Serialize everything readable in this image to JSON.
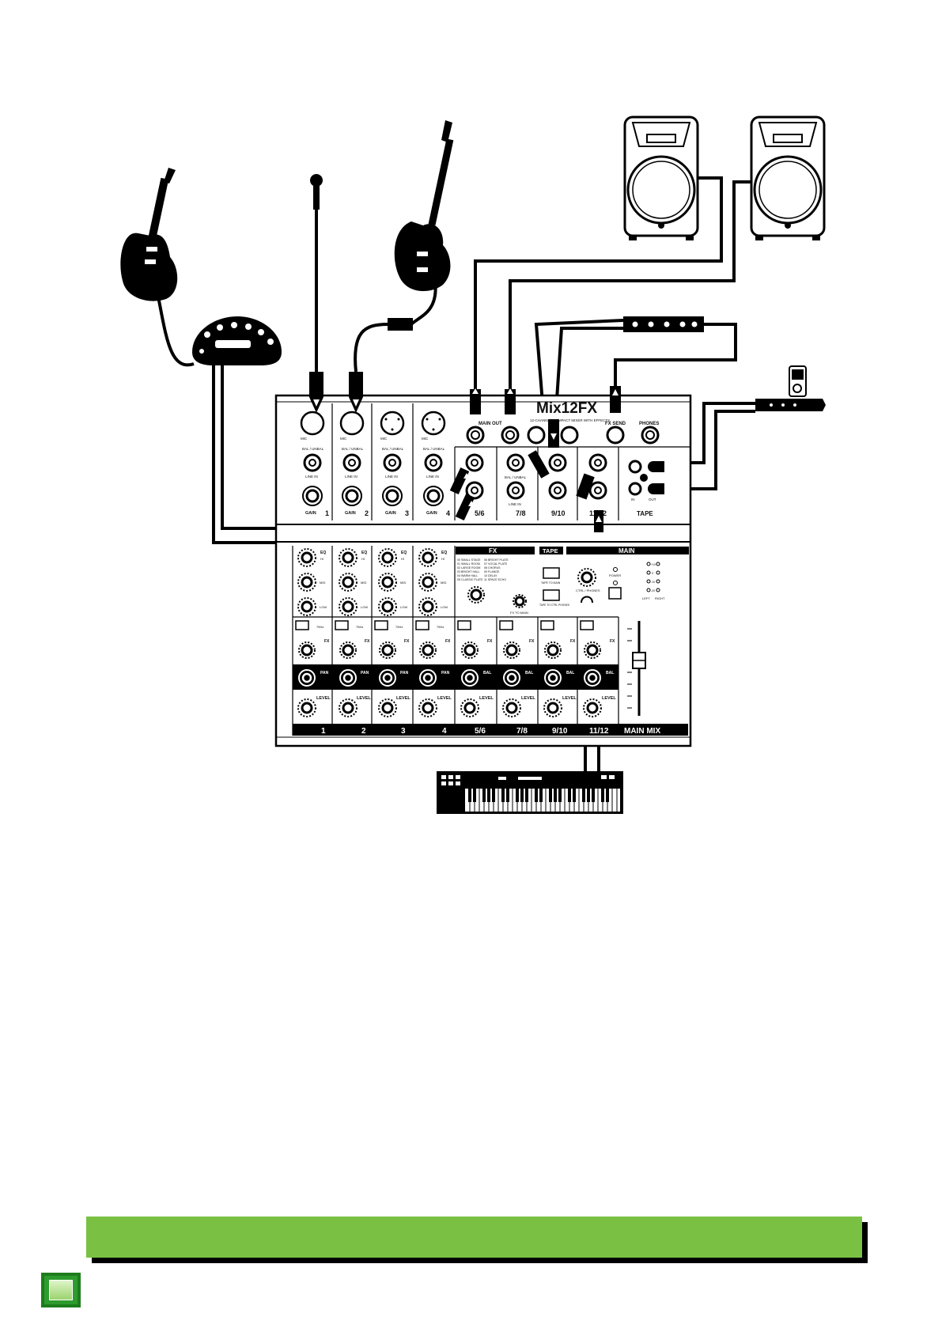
{
  "mixer": {
    "logo": "Mix12FX",
    "subtitle": "12-CHANNEL COMPACT MIXER WITH EFFECTS",
    "jack_labels": {
      "main_out": "MAIN OUT",
      "fx_send": "FX SEND",
      "phones": "PHONES",
      "tape": "TAPE",
      "mic": "MIC",
      "bal_unbal": "BAL / UNBAL",
      "line_in": "LINE IN",
      "gain": "GAIN",
      "tape_in": "IN",
      "tape_out": "OUT"
    },
    "top_channels": [
      "1",
      "2",
      "3",
      "4",
      "5/6",
      "7/8",
      "9/10",
      "11/12"
    ],
    "control_labels": {
      "eq": "EQ",
      "hi": "HI",
      "mid": "MID",
      "low": "LOW",
      "fx": "FX",
      "pan": "PAN",
      "bal": "BAL",
      "level": "LEVEL",
      "low_cut": "75Hz"
    },
    "fx_section": {
      "title": "FX",
      "presets": [
        "00 SMALL STAGE",
        "01 SMALL ROOM",
        "02 LARGE ROOM",
        "03 BRIGHT HALL",
        "04 WARM HALL",
        "05 CLASSIC PLATE",
        "06 BRIGHT PLATE",
        "07 VOCAL PLATE",
        "08 CHORUS",
        "09 FLANGE",
        "10 DELAY",
        "11 SPACE ECHO"
      ],
      "fx_to_main": "FX TO MAIN"
    },
    "tape_section": {
      "title": "TAPE",
      "tape_to_main": "TAPE TO MAIN",
      "tape_to_ctrl": "TAPE TO CTRL PHONES"
    },
    "main_section": {
      "title": "MAIN",
      "power": "POWER",
      "phones": "CTRL / PHONES",
      "meter_left": "LEFT",
      "meter_right": "RIGHT",
      "meter_marks": [
        "+10",
        "0",
        "-10",
        "-20"
      ]
    },
    "bottom_channels": [
      "1",
      "2",
      "3",
      "4",
      "5/6",
      "7/8",
      "9/10",
      "11/12"
    ],
    "main_mix": "MAIN MIX"
  },
  "colors": {
    "footer_bar": "#7ac143",
    "footer_square": "#2d9b2d"
  }
}
